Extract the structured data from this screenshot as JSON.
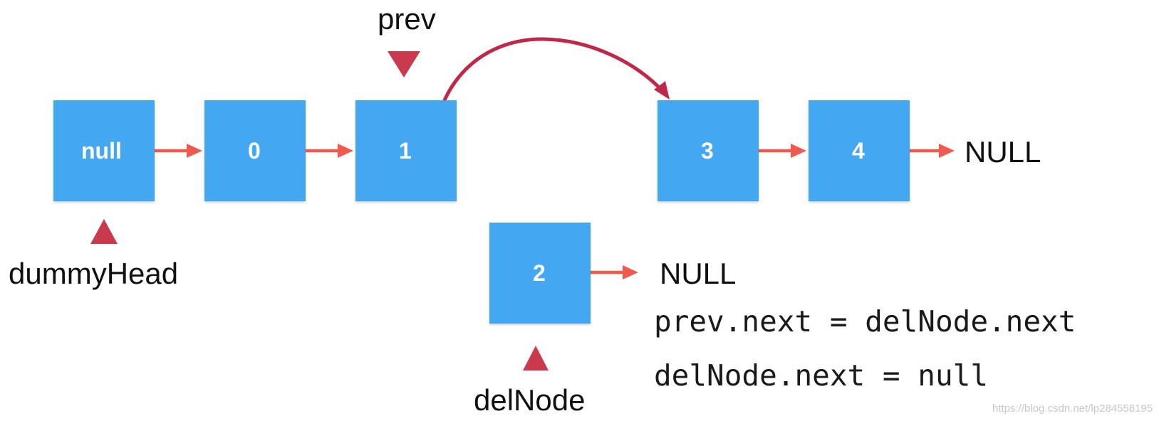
{
  "colors": {
    "node_fill": "#44a7f2",
    "node_text": "#ffffff",
    "arrow": "#ef5a4f",
    "pointer_marker": "#c93a4f",
    "curved_arrow": "#c0284a"
  },
  "nodes": {
    "dummy": "null",
    "n0": "0",
    "n1": "1",
    "n2": "2",
    "n3": "3",
    "n4": "4"
  },
  "pointers": {
    "prev": "prev",
    "dummy_head": "dummyHead",
    "del_node": "delNode"
  },
  "terminals": {
    "list_end": "NULL",
    "del_node_end": "NULL"
  },
  "code": [
    "prev.next = delNode.next",
    "delNode.next = null"
  ],
  "watermark": "https://blog.csdn.net/lp284558195"
}
